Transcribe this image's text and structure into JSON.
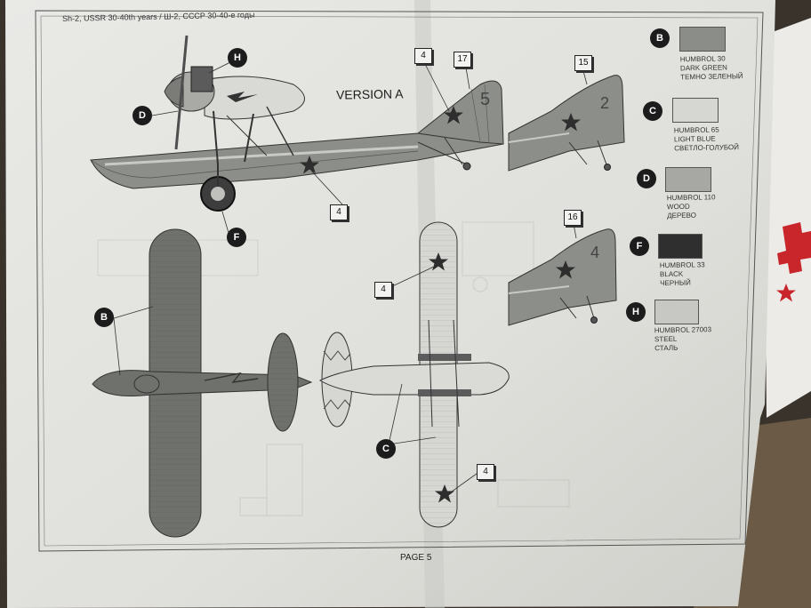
{
  "header_caption": "Sh-2, USSR 30-40th years / Ш-2, СССР 30-40-е годы",
  "version_label": "VERSION A",
  "page_label": "PAGE 5",
  "decal_numbers": {
    "side_fin": "4",
    "side_top": "17",
    "side_hull": "4",
    "fin_alt1": "15",
    "fin_alt2": "16",
    "top_wing_upper": "4",
    "top_wing_lower": "4"
  },
  "fin_codes": [
    "5",
    "2",
    "4"
  ],
  "callouts": {
    "h": "H",
    "d": "D",
    "f": "F",
    "b": "B",
    "c": "C"
  },
  "legend": [
    {
      "letter": "B",
      "line1": "HUMBROL 30",
      "line2": "DARK GREEN",
      "line3": "ТЕМНО ЗЕЛЕНЫЙ",
      "color": "#8a8d88"
    },
    {
      "letter": "C",
      "line1": "HUMBROL 65",
      "line2": "LIGHT BLUE",
      "line3": "СВЕТЛО-ГОЛУБОЙ",
      "color": "#d6d6d2"
    },
    {
      "letter": "D",
      "line1": "HUMBROL 110",
      "line2": "WOOD",
      "line3": "ДЕРЕВО",
      "color": "#a7a8a3"
    },
    {
      "letter": "F",
      "line1": "HUMBROL 33",
      "line2": "BLACK",
      "line3": "ЧЕРНЫЙ",
      "color": "#2f2f2f"
    },
    {
      "letter": "H",
      "line1": "HUMBROL 27003",
      "line2": "STEEL",
      "line3": "СТАЛЬ",
      "color": "#c7c7c4"
    }
  ]
}
